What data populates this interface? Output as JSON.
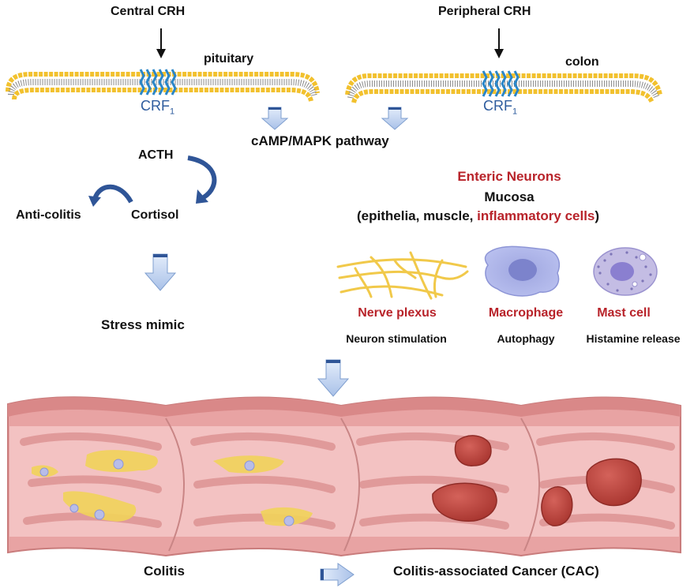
{
  "top": {
    "central_crh": "Central CRH",
    "peripheral_crh": "Peripheral CRH",
    "pituitary": "pituitary",
    "colon": "colon",
    "crf1_left": "CRF",
    "crf1_right": "CRF",
    "crf1_sub": "1",
    "pathway": "cAMP/MAPK pathway"
  },
  "left": {
    "acth": "ACTH",
    "cortisol": "Cortisol",
    "anti_colitis": "Anti-colitis",
    "stress_mimic": "Stress mimic"
  },
  "right": {
    "enteric_neurons": "Enteric Neurons",
    "mucosa": "Mucosa",
    "mucosa_detail_prefix": "(epithelia, muscle, ",
    "mucosa_detail_highlight": "inflammatory cells",
    "mucosa_detail_suffix": ")",
    "cells": [
      {
        "name": "Nerve plexus",
        "effect": "Neuron stimulation"
      },
      {
        "name": "Macrophage",
        "effect": "Autophagy"
      },
      {
        "name": "Mast cell",
        "effect": "Histamine release"
      }
    ]
  },
  "bottom": {
    "colitis": "Colitis",
    "cac": "Colitis-associated Cancer (CAC)"
  },
  "colors": {
    "membrane_head": "#f2c12e",
    "receptor": "#2a86c8",
    "arrow_fill": "#c9d9f3",
    "highlight_red": "#b8232a",
    "colon_outer": "#e9a3a3",
    "colon_inner": "#f2bcbc",
    "tumor": "#c0463f",
    "nerve_yellow": "#f1d35a"
  }
}
